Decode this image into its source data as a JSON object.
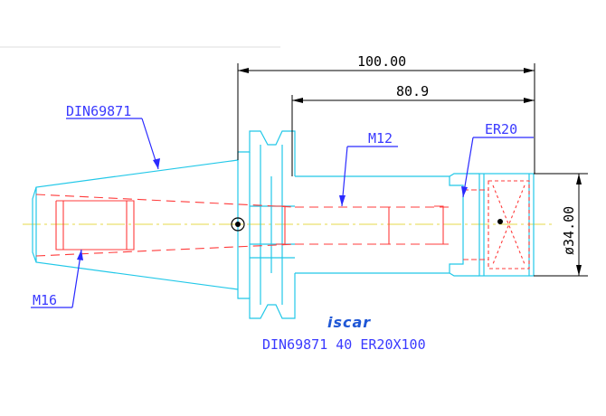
{
  "dimensions": {
    "overall_length": "100.00",
    "gauge_length": "80.9",
    "diameter": "ø34.00"
  },
  "callouts": {
    "standard": "DIN69871",
    "thread_rear": "M12",
    "collet": "ER20",
    "thread_front": "M16"
  },
  "brand": {
    "logo": "iscar"
  },
  "part_designation": "DIN69871 40 ER20X100",
  "colors": {
    "outline": "#22c8e8",
    "hidden": "#ff3b3b",
    "callout": "#2a2aff",
    "dimension": "#000000",
    "centerline": "#e6d84a"
  }
}
